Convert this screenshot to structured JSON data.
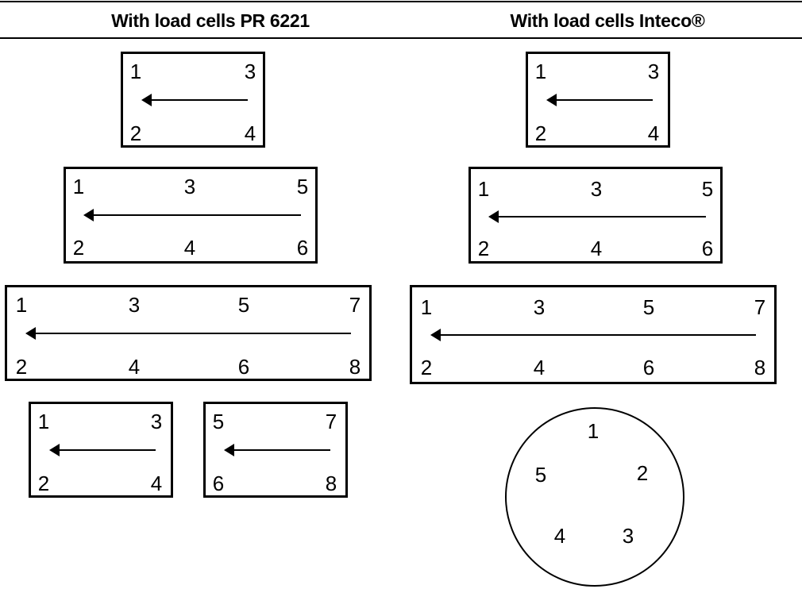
{
  "headers": {
    "left": "With load cells PR 6221",
    "right": "With load cells Inteco®"
  },
  "left": {
    "box4": [
      "1",
      "3",
      "2",
      "4"
    ],
    "box6": [
      "1",
      "3",
      "5",
      "2",
      "4",
      "6"
    ],
    "box8": [
      "1",
      "3",
      "5",
      "7",
      "2",
      "4",
      "6",
      "8"
    ],
    "boxA": [
      "1",
      "3",
      "2",
      "4"
    ],
    "boxB": [
      "5",
      "7",
      "6",
      "8"
    ]
  },
  "right": {
    "box4": [
      "1",
      "3",
      "2",
      "4"
    ],
    "box6": [
      "1",
      "3",
      "5",
      "2",
      "4",
      "6"
    ],
    "box8": [
      "1",
      "3",
      "5",
      "7",
      "2",
      "4",
      "6",
      "8"
    ],
    "circle": [
      "1",
      "2",
      "3",
      "4",
      "5"
    ]
  }
}
